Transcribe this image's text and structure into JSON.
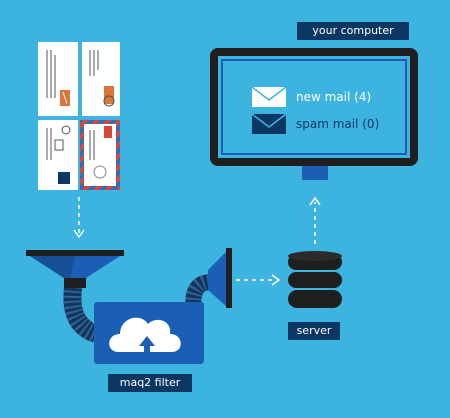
{
  "labels": {
    "computer": "your computer",
    "server": "server",
    "filter": "maq2 filter"
  },
  "mailbox": {
    "new_mail": "new mail (4)",
    "spam_mail": "spam mail (0)"
  },
  "colors": {
    "background": "#3db4e0",
    "dark_navy": "#0d3763",
    "blue": "#1a5fb4",
    "monitor_frame": "#1f1f1f",
    "screen": "#3db4e0"
  }
}
